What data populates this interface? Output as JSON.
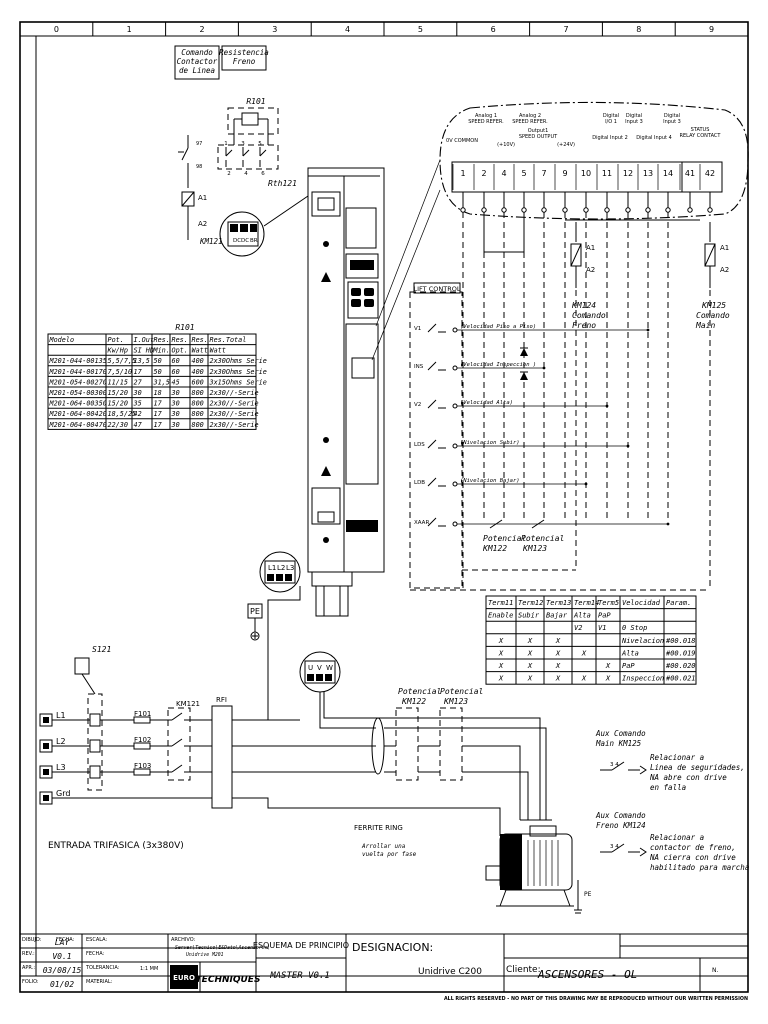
{
  "grid": {
    "columns": [
      "0",
      "1",
      "2",
      "3",
      "4",
      "5",
      "6",
      "7",
      "8",
      "9"
    ]
  },
  "left_top": {
    "cmd_label": [
      "Comando",
      "Contactor",
      "de Linea"
    ],
    "res_label": [
      "Resistencia",
      "Freno"
    ],
    "r101": "R101",
    "rth121": "Rth121",
    "km121": "KM121",
    "a1": "A1",
    "a2": "A2",
    "t97": "97",
    "t98": "98",
    "term_nums": [
      "1",
      "2",
      "3",
      "4",
      "5",
      "6"
    ],
    "dc_labels": [
      "DC",
      "DC",
      "BR"
    ]
  },
  "resistor_table": {
    "title": "R101",
    "headers1": [
      "Modelo",
      "Pot.",
      "I.Out",
      "Res.",
      "Res.",
      "Res.",
      "Res.Total"
    ],
    "headers2": [
      "",
      "Kw/Hp",
      "SI HD",
      "Min.",
      "Opt.",
      "Watt",
      "Watt"
    ],
    "rows": [
      [
        "M201-044-00135",
        "5,5/7,5",
        "13,5",
        "50",
        "60",
        "400",
        "2x30Ohms Serie"
      ],
      [
        "M201-044-00170",
        "7,5/10",
        "17",
        "50",
        "60",
        "400",
        "2x30Ohms Serie"
      ],
      [
        "M201-054-00270",
        "11/15",
        "27",
        "31,5",
        "45",
        "600",
        "3x15Ohms Serie"
      ],
      [
        "M201-054-00300",
        "15/20",
        "30",
        "18",
        "30",
        "800",
        "2x30//-Serie"
      ],
      [
        "M201-064-00350",
        "15/20",
        "35",
        "17",
        "30",
        "800",
        "2x30//-Serie"
      ],
      [
        "M201-064-00420",
        "18,5/25",
        "42",
        "17",
        "30",
        "800",
        "2x30//-Serie"
      ],
      [
        "M201-064-00470",
        "22/30",
        "47",
        "17",
        "30",
        "800",
        "2x30//-Serie"
      ]
    ]
  },
  "inputs_block": {
    "top_labels": [
      {
        "t": "Analog 1",
        "s": "SPEED REFER."
      },
      {
        "t": "Analog 2",
        "s": "SPEED REFER."
      },
      {
        "t": "Output1",
        "s": "SPEED OUTPUT"
      },
      {
        "t": "Digital",
        "s": "I/O 1"
      },
      {
        "t": "Digital",
        "s": "Input 3"
      },
      {
        "t": "Digital",
        "s": "Input 3"
      },
      {
        "t": "STATUS",
        "s": "RELAY CONTACT"
      }
    ],
    "mid_labels": [
      "0V COMMON",
      "(+10V)",
      "(+24V)",
      "Digital Input 2",
      "Digital Input 4"
    ],
    "terms": [
      "1",
      "2",
      "4",
      "5",
      "7",
      "9",
      "10",
      "11",
      "12",
      "13",
      "14",
      "41",
      "42"
    ]
  },
  "right_coils": {
    "km124": [
      "KM124",
      "Comando",
      "Freno"
    ],
    "km125": [
      "KM125",
      "Comando",
      "Main"
    ],
    "a1": "A1",
    "a2": "A2"
  },
  "lift": {
    "title": "LIFT CONTROL",
    "rows": [
      {
        "code": "V1",
        "desc": "(Velocidad Piso a Piso)"
      },
      {
        "code": "INS",
        "desc": "(Velocidad Inspeccion )"
      },
      {
        "code": "V2",
        "desc": "(Velocidad Alta)"
      },
      {
        "code": "LDS",
        "desc": "(Nivelacion Subir)"
      },
      {
        "code": "LDB",
        "desc": "(Nivelacion Bajar)"
      },
      {
        "code": "XAAR",
        "desc": ""
      }
    ],
    "pot1": [
      "Potencial",
      "KM122"
    ],
    "pot2": [
      "Potencial",
      "KM123"
    ]
  },
  "term_table": {
    "headers": [
      "Term11",
      "Term12",
      "Term13",
      "Term14",
      "Term5",
      "Velocidad",
      "Param."
    ],
    "sub1": [
      "Enable",
      "Subir",
      "Bajar",
      "Alta",
      "PaP",
      "",
      ""
    ],
    "sub2": [
      "",
      "",
      "",
      "V2",
      "V1",
      "0 Stop",
      ""
    ],
    "rows": [
      [
        "X",
        "X",
        "X",
        "",
        "",
        "Nivelacion",
        "#00.018"
      ],
      [
        "X",
        "X",
        "X",
        "X",
        "",
        "Alta",
        "#00.019"
      ],
      [
        "X",
        "X",
        "X",
        "",
        "X",
        "PaP",
        "#00.020"
      ],
      [
        "X",
        "X",
        "X",
        "X",
        "X",
        "Inspeccion",
        "#00.021"
      ]
    ]
  },
  "power": {
    "lines": [
      "L1",
      "L2",
      "L3",
      "Grd"
    ],
    "s121": "S121",
    "fuses": [
      "F101",
      "F102",
      "F103"
    ],
    "km121": "KM121",
    "rfi": "RFI",
    "pe": "PE",
    "term_in": [
      "L1",
      "L2",
      "L3"
    ],
    "term_out": [
      "U",
      "V",
      "W"
    ],
    "pot1": [
      "Potencial",
      "KM122"
    ],
    "pot2": [
      "Potencial",
      "KM123"
    ],
    "entrada": "ENTRADA TRIFASICA (3x380V)",
    "ferrite": "FERRITE RING",
    "ferrite_note": [
      "Arrollar una",
      "vuelta por fase"
    ],
    "motor_pe": "PE"
  },
  "aux": {
    "main_title": [
      "Aux Comando",
      "Main KM125"
    ],
    "main_note": [
      "Relacionar a",
      "Linea de seguridades,",
      "NA abre con drive",
      "en falla"
    ],
    "freno_title": [
      "Aux Comando",
      "Freno KM124"
    ],
    "freno_note": [
      "Relacionar a",
      "contactor de freno,",
      "NA cierra con drive",
      "habilitado para marcha"
    ],
    "contact": "3  4"
  },
  "title_block": {
    "left_labels": [
      "DIBUJO:",
      "REV.:",
      "APR.:",
      "FOLIO:"
    ],
    "left_values": [
      "LAY",
      "V0.1",
      "03/08/15",
      "01/02"
    ],
    "mid_labels": [
      "FECHA:",
      "FECHA:",
      "TOLERANCIA:",
      "MATERIAL:"
    ],
    "escala": "ESCALA:",
    "scale_value": "1:1 MM",
    "archivo_label": "ARCHIVO:",
    "archivo_value": [
      "Server\\Tecnico\\E&Dato\\Ascensores\\",
      "Unidrive M201"
    ],
    "logo_euro": "EURO",
    "logo_tech": "TECHNIQUES",
    "esquema": "ESQUEMA DE PRINCIPIO",
    "master": "MASTER V0.1",
    "designacion": "DESIGNACION:",
    "product": "Unidrive C200",
    "cliente_label": "Cliente:",
    "cliente": "ASCENSORES - OL",
    "n_mark": "N.",
    "footer": "ALL RIGHTS RESERVED - NO PART OF THIS DRAWING MAY BE REPRODUCED WITHOUT OUR WRITTEN PERMISSION"
  }
}
